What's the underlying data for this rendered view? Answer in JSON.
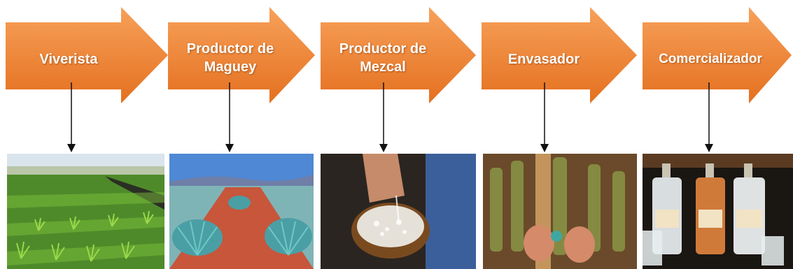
{
  "colors": {
    "arrow_light": "#f7a15a",
    "arrow_dark": "#e4701f",
    "label_text": "#ffffff",
    "connector": "#111111"
  },
  "stages": [
    {
      "label": "Viverista",
      "photo_icon": "agave-nursery-photo"
    },
    {
      "label": "Productor de\nMaguey",
      "photo_icon": "agave-field-photo"
    },
    {
      "label": "Productor de\nMezcal",
      "photo_icon": "mezcal-gourd-photo"
    },
    {
      "label": "Envasador",
      "photo_icon": "bottling-photo"
    },
    {
      "label": "Comercializador",
      "photo_icon": "mezcal-bottles-photo"
    }
  ]
}
